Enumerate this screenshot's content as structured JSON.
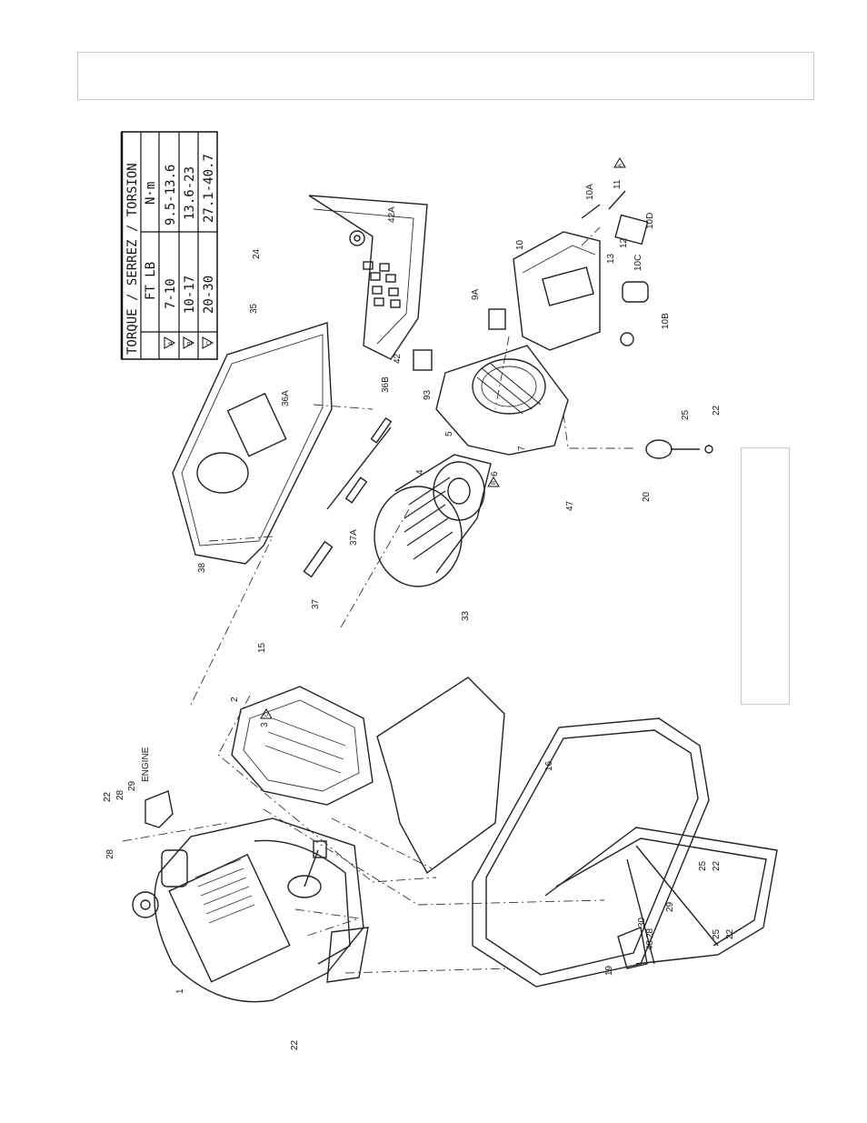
{
  "torque_table": {
    "title": "TORQUE / SERREZ / TORSION",
    "col_ftlb": "FT LB",
    "col_nm": "N·m",
    "rows": [
      {
        "mark": "A",
        "ftlb": "7-10",
        "nm": "9.5-13.6"
      },
      {
        "mark": "B",
        "ftlb": "10-17",
        "nm": "13.6-23"
      },
      {
        "mark": "C",
        "ftlb": "20-30",
        "nm": "27.1-40.7"
      }
    ]
  },
  "labels": {
    "p1": "1",
    "p2": "2",
    "p3": "3",
    "p4": "4",
    "p5": "5",
    "p6": "6",
    "p7": "7",
    "p9a": "9A",
    "p10": "10",
    "p10a": "10A",
    "p10b": "10B",
    "p10c": "10C",
    "p10d": "10D",
    "p11": "11",
    "p12": "12",
    "p13": "13",
    "p15": "15",
    "p16": "16",
    "p19": "19",
    "p20": "20",
    "p22a": "22",
    "p22b": "22",
    "p22c": "22",
    "p22d": "22",
    "p22e": "22",
    "p24": "24",
    "p25a": "25",
    "p25b": "25",
    "p25c": "25",
    "p28a": "28",
    "p28b": "28",
    "p28c": "28",
    "p29a": "29",
    "p29b": "29",
    "p30": "30",
    "p33": "33",
    "p35": "35",
    "p36a": "36A",
    "p36b": "36B",
    "p37": "37",
    "p37a": "37A",
    "p38": "38",
    "p42": "42",
    "p42a": "42A",
    "p47": "47",
    "p48": "48",
    "p93": "93",
    "engine": "ENGINE",
    "mark_a": "A",
    "mark_b": "B",
    "mark_c": "C"
  }
}
